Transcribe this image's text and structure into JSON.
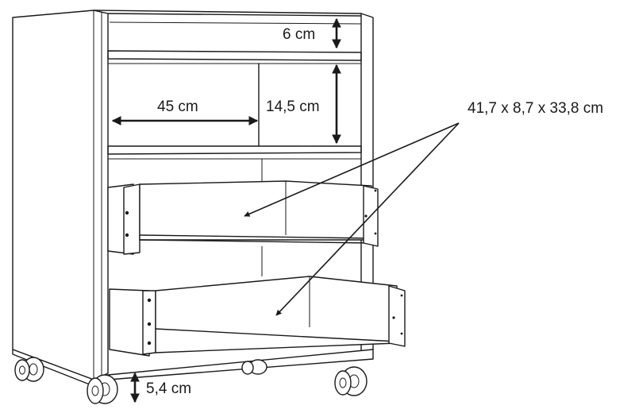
{
  "dimensions": {
    "top_compartment_height": "6 cm",
    "shelf_width": "45 cm",
    "shelf_height": "14,5 cm",
    "drawer_size": "41,7 x 8,7 x 33,8 cm",
    "caster_height": "5,4 cm"
  }
}
